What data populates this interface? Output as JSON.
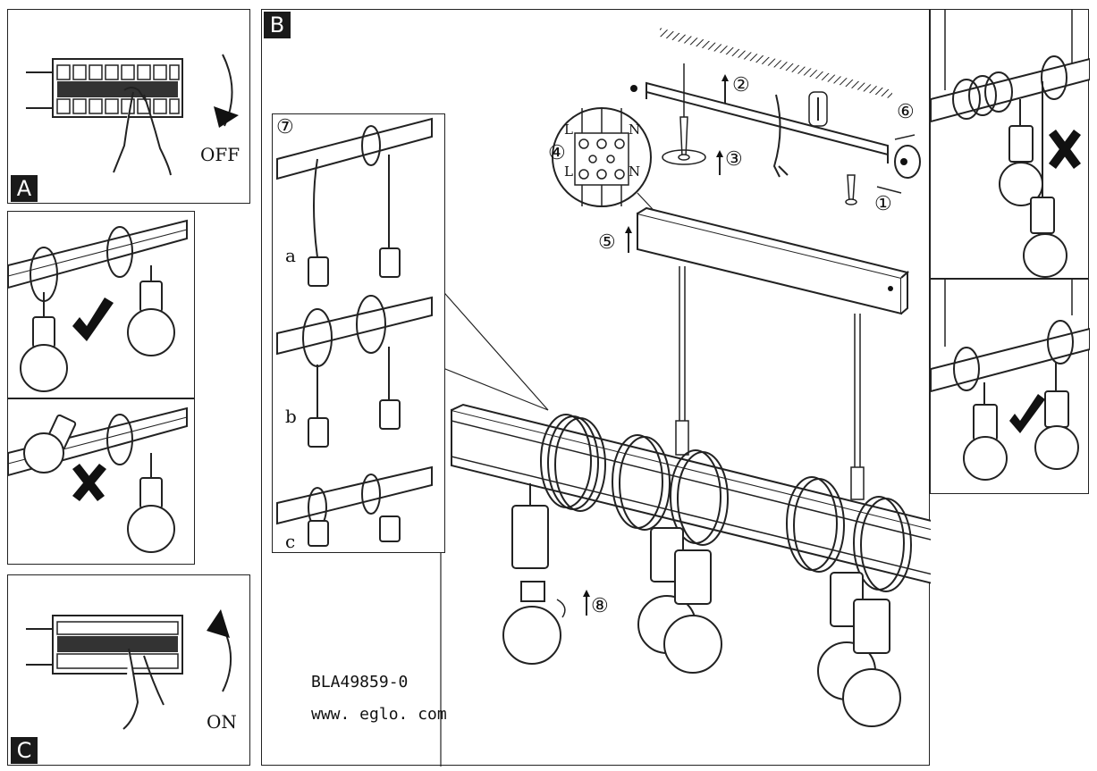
{
  "panels": {
    "a": {
      "tag": "A",
      "state_label": "OFF"
    },
    "b": {
      "tag": "B"
    },
    "c": {
      "tag": "C",
      "state_label": "ON"
    }
  },
  "steps": {
    "s1": "①",
    "s2": "②",
    "s3": "③",
    "s4": "④",
    "s5": "⑤",
    "s6": "⑥",
    "s7": "⑦",
    "s8": "⑧"
  },
  "terminal_labels": {
    "l_top": "L",
    "n_top": "N",
    "l_bottom": "L",
    "n_bottom": "N"
  },
  "wrap_options": {
    "a": "a",
    "b": "b",
    "c": "c"
  },
  "product_code": "BLA49859-0",
  "website": "www. eglo. com"
}
